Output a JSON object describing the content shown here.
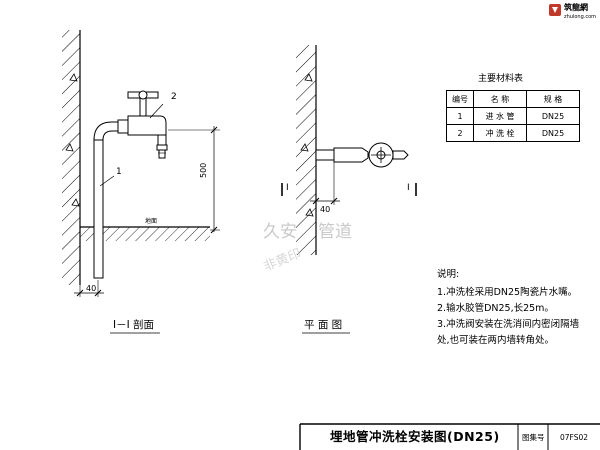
{
  "logo": {
    "name": "筑龍網",
    "url": "zhulong.com"
  },
  "section_view": {
    "callout_1": "1",
    "callout_2": "2",
    "dim_height": "500",
    "ground_label": "地面",
    "dim_offset": "40",
    "caption": "I－I 剖面"
  },
  "plan_view": {
    "section_mark_left": "I",
    "section_mark_right": "I",
    "dim_offset": "40",
    "caption": "平  面  图"
  },
  "material_table": {
    "title": "主要材料表",
    "headers": [
      "编号",
      "名  称",
      "规  格"
    ],
    "rows": [
      [
        "1",
        "进 水 管",
        "DN25"
      ],
      [
        "2",
        "冲 洗 栓",
        "DN25"
      ]
    ]
  },
  "notes": {
    "heading": "说明:",
    "lines": [
      "1.冲洗栓采用DN25陶瓷片水嘴。",
      "2.输水胶管DN25,长25m。",
      "3.冲洗阀安装在洗消间内密闭隔墙",
      "处,也可装在两内墙转角处。"
    ]
  },
  "watermark": {
    "main": "久安",
    "sub": "管道",
    "diagonal": "非黄印"
  },
  "title_block": {
    "drawing_title": "埋地管冲洗栓安装图(DN25)",
    "atlas_label": "图集号",
    "atlas_number": "07FS02"
  }
}
